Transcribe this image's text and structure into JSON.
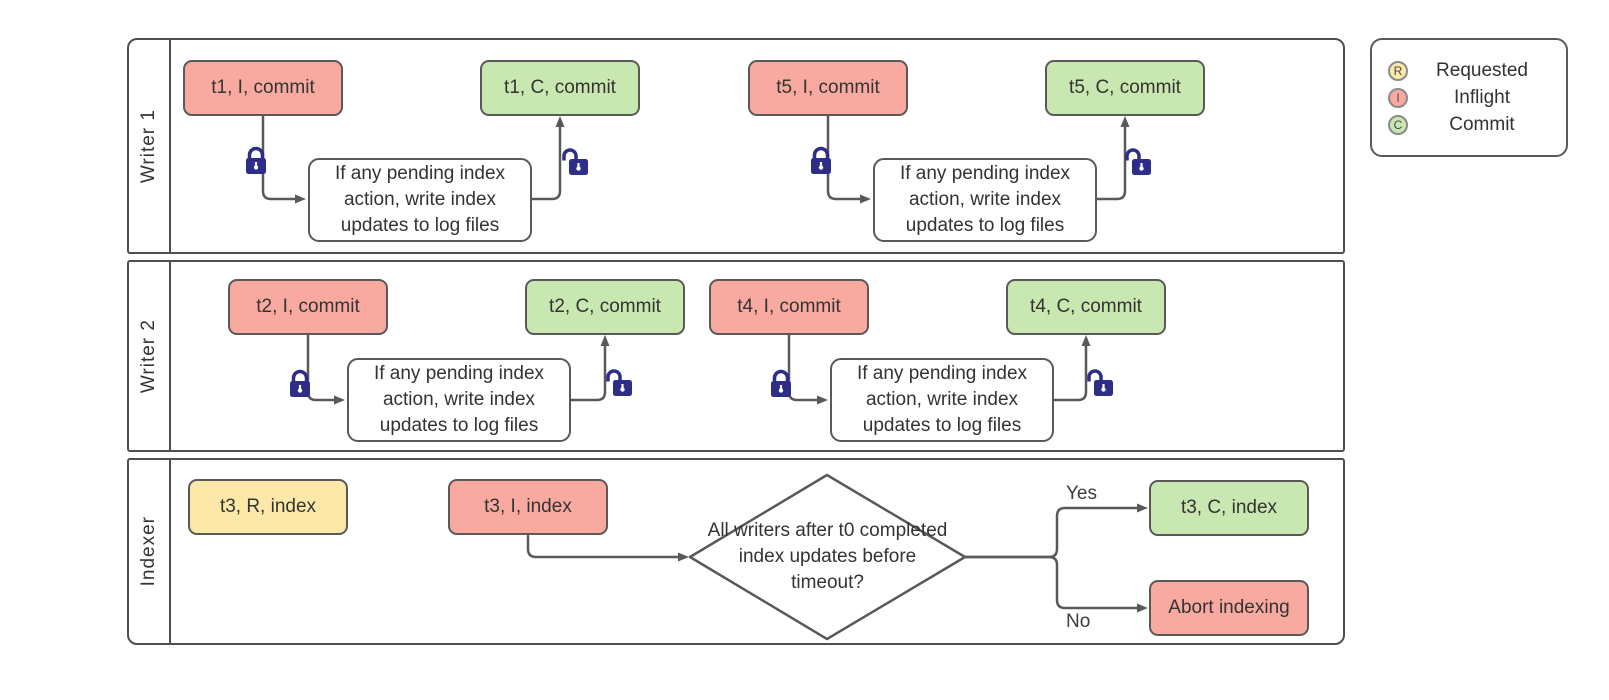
{
  "colors": {
    "inflight": "#f9aaa0",
    "commit": "#c9e7b0",
    "requested": "#fce9aa",
    "stroke": "#595959",
    "lock": "#2e2d87",
    "white": "#ffffff"
  },
  "lanes": [
    {
      "label": "Writer 1"
    },
    {
      "label": "Writer 2"
    },
    {
      "label": "Indexer"
    }
  ],
  "nodes": {
    "t1_inflight": "t1, I, commit",
    "t1_commit": "t1, C, commit",
    "t5_inflight": "t5, I, commit",
    "t5_commit": "t5, C, commit",
    "t2_inflight": "t2, I, commit",
    "t2_commit": "t2, C, commit",
    "t4_inflight": "t4, I, commit",
    "t4_commit": "t4, C, commit",
    "t3_requested": "t3, R, index",
    "t3_inflight": "t3, I, index",
    "t3_commit": "t3, C, index",
    "abort": "Abort indexing",
    "cond_text": "If any pending index action, write index updates to log files",
    "decision_text": "All writers after t0 completed index updates before timeout?"
  },
  "edge_labels": {
    "yes": "Yes",
    "no": "No"
  },
  "legend": {
    "items": [
      {
        "letter": "R",
        "label": "Requested",
        "color_key": "requested"
      },
      {
        "letter": "I",
        "label": "Inflight",
        "color_key": "inflight"
      },
      {
        "letter": "C",
        "label": "Commit",
        "color_key": "commit"
      }
    ]
  }
}
